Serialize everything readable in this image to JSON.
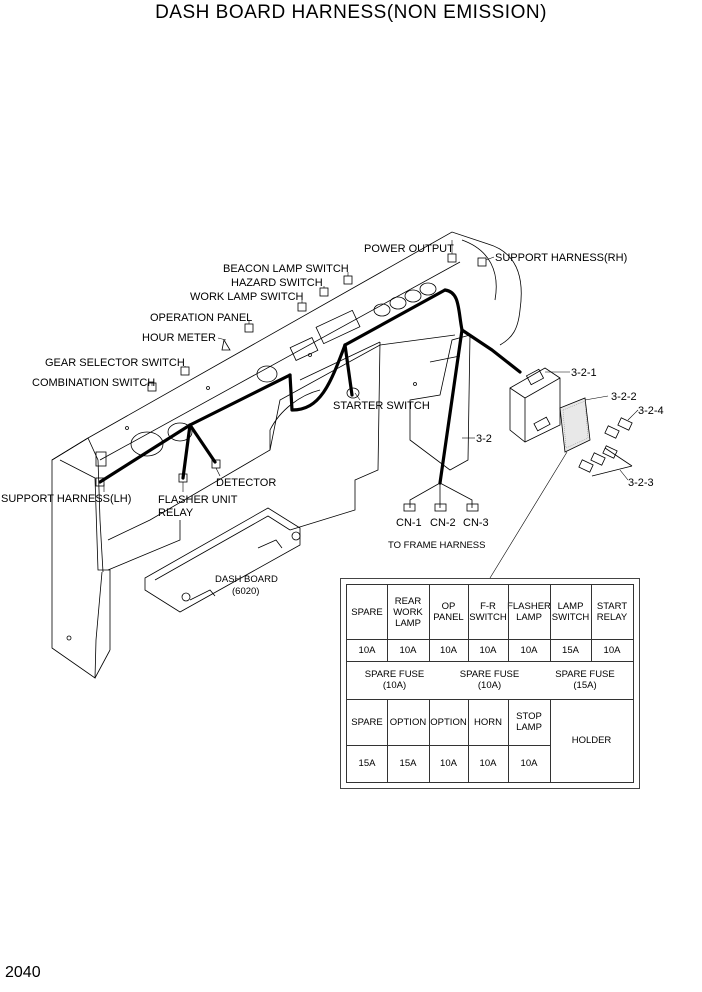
{
  "title": "DASH BOARD HARNESS(NON EMISSION)",
  "page_number": "2040",
  "labels": {
    "power_output": "POWER OUTPUT",
    "support_harness_rh": "SUPPORT HARNESS(RH)",
    "beacon_lamp_switch": "BEACON LAMP SWITCH",
    "hazard_switch": "HAZARD SWITCH",
    "work_lamp_switch": "WORK LAMP SWITCH",
    "operation_panel": "OPERATION PANEL",
    "hour_meter": "HOUR METER",
    "gear_selector_switch": "GEAR SELECTOR SWITCH",
    "combination_switch": "COMBINATION SWITCH",
    "starter_switch": "STARTER SWITCH",
    "support_harness_lh": "SUPPORT HARNESS(LH)",
    "detector": "DETECTOR",
    "flasher_unit": "FLASHER UNIT",
    "relay": "RELAY",
    "cn1": "CN-1",
    "cn2": "CN-2",
    "cn3": "CN-3",
    "to_frame_harness": "TO FRAME HARNESS",
    "dash_board": "DASH BOARD",
    "dash_board_code": "(6020)",
    "p_3_2": "3-2",
    "p_3_2_1": "3-2-1",
    "p_3_2_2": "3-2-2",
    "p_3_2_3": "3-2-3",
    "p_3_2_4": "3-2-4"
  },
  "fuse_table": {
    "row1_names": [
      "SPARE",
      "REAR\nWORK\nLAMP",
      "OP\nPANEL",
      "F-R\nSWITCH",
      "FLASHER\nLAMP",
      "LAMP\nSWITCH",
      "START\nRELAY"
    ],
    "row1_ratings": [
      "10A",
      "10A",
      "10A",
      "10A",
      "10A",
      "15A",
      "10A"
    ],
    "spare_fuses": [
      "SPARE FUSE\n(10A)",
      "SPARE FUSE\n(10A)",
      "SPARE FUSE\n(15A)"
    ],
    "row2_names": [
      "SPARE",
      "OPTION",
      "OPTION",
      "HORN",
      "STOP\nLAMP"
    ],
    "row2_ratings": [
      "15A",
      "15A",
      "10A",
      "10A",
      "10A"
    ],
    "holder": "HOLDER"
  }
}
